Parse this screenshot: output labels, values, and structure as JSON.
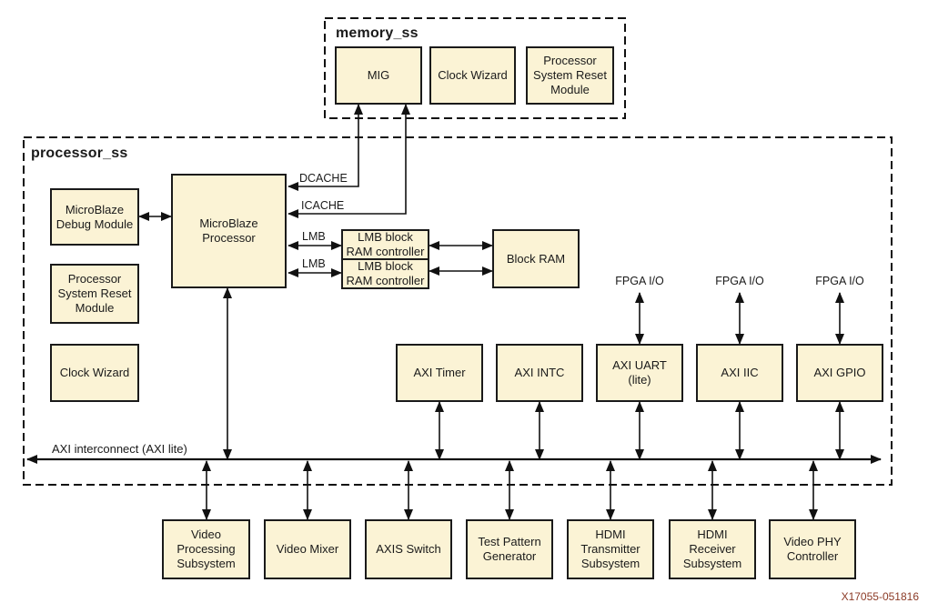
{
  "memory_ss": {
    "label": "memory_ss",
    "blocks": [
      {
        "label": "MIG"
      },
      {
        "label": "Clock Wizard"
      },
      {
        "label": "Processor System Reset Module"
      }
    ]
  },
  "processor_ss": {
    "label": "processor_ss",
    "left_blocks": [
      {
        "label": "MicroBlaze Debug Module"
      },
      {
        "label": "Processor System Reset Module"
      },
      {
        "label": "Clock Wizard"
      }
    ],
    "cpu": {
      "label": "MicroBlaze Processor"
    },
    "lmb_controllers": [
      {
        "label": "LMB block RAM controller"
      },
      {
        "label": "LMB block RAM controller"
      }
    ],
    "block_ram": {
      "label": "Block RAM"
    },
    "axi_blocks": [
      {
        "label": "AXI Timer"
      },
      {
        "label": "AXI INTC"
      },
      {
        "label": "AXI UART (lite)"
      },
      {
        "label": "AXI IIC"
      },
      {
        "label": "AXI GPIO"
      }
    ],
    "bus_label": "AXI interconnect (AXI lite)"
  },
  "edge_labels": {
    "dcache": "DCACHE",
    "icache": "ICACHE",
    "lmb1": "LMB",
    "lmb2": "LMB",
    "fpga_io": [
      "FPGA I/O",
      "FPGA I/O",
      "FPGA I/O"
    ]
  },
  "bottom_blocks": [
    {
      "label": "Video Processing Subsystem"
    },
    {
      "label": "Video Mixer"
    },
    {
      "label": "AXIS Switch"
    },
    {
      "label": "Test Pattern Generator"
    },
    {
      "label": "HDMI Transmitter Subsystem"
    },
    {
      "label": "HDMI Receiver Subsystem"
    },
    {
      "label": "Video PHY Controller"
    }
  ],
  "figure_id": "X17055-051816",
  "colors": {
    "block_fill": "#FBF3D5",
    "block_border": "#1A1A1A",
    "text": "#1A1A1A",
    "figure_id_color": "#8B3A26",
    "background": "#FFFFFF"
  }
}
